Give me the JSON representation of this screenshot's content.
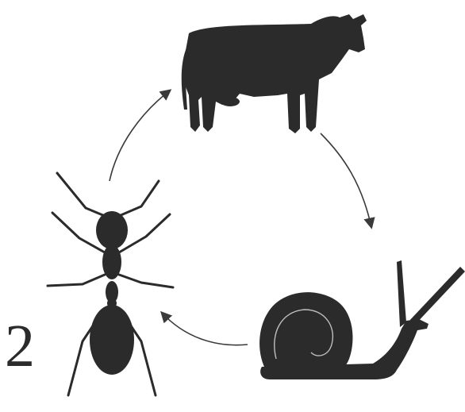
{
  "figure": {
    "panel_number": "2",
    "organisms": [
      {
        "name": "cow",
        "icon": "cow-icon"
      },
      {
        "name": "snail",
        "icon": "snail-icon"
      },
      {
        "name": "ant",
        "icon": "ant-icon"
      }
    ],
    "cycle_direction": "cow-to-snail-to-ant-to-cow",
    "colors": {
      "silhouette": "#2b2b2b",
      "arrow": "#3a3a3a",
      "background": "#ffffff"
    }
  }
}
